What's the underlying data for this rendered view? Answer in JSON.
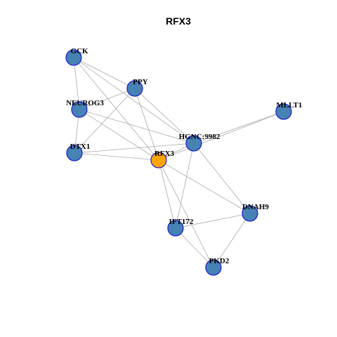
{
  "title": "RFX3",
  "colors": {
    "default_node": "#4682B4",
    "focus_node": "#FFA500",
    "node_border": "#1A1ACC",
    "edge": "#AAAAAA"
  },
  "nodes": [
    {
      "id": "GCK",
      "label": "GCK",
      "focus": false
    },
    {
      "id": "PPY",
      "label": "PPY",
      "focus": false
    },
    {
      "id": "NEUROG3",
      "label": "NEUROG3",
      "focus": false
    },
    {
      "id": "MLLT1",
      "label": "MLLT1",
      "focus": false
    },
    {
      "id": "HGNC9982",
      "label": "HGNC:9982",
      "focus": false
    },
    {
      "id": "DTX1",
      "label": "DTX1",
      "focus": false
    },
    {
      "id": "RFX3",
      "label": "RFX3",
      "focus": true
    },
    {
      "id": "DNAH9",
      "label": "DNAH9",
      "focus": false
    },
    {
      "id": "IFT172",
      "label": "IFT172",
      "focus": false
    },
    {
      "id": "PKD2",
      "label": "PKD2",
      "focus": false
    }
  ],
  "edges": [
    [
      "GCK",
      "PPY"
    ],
    [
      "GCK",
      "HGNC9982"
    ],
    [
      "GCK",
      "NEUROG3"
    ],
    [
      "GCK",
      "RFX3"
    ],
    [
      "PPY",
      "NEUROG3"
    ],
    [
      "PPY",
      "DTX1"
    ],
    [
      "PPY",
      "RFX3"
    ],
    [
      "PPY",
      "HGNC9982"
    ],
    [
      "NEUROG3",
      "DTX1"
    ],
    [
      "NEUROG3",
      "HGNC9982"
    ],
    [
      "NEUROG3",
      "RFX3"
    ],
    [
      "DTX1",
      "RFX3"
    ],
    [
      "DTX1",
      "HGNC9982"
    ],
    [
      "HGNC9982",
      "MLLT1"
    ],
    [
      "RFX3",
      "MLLT1"
    ],
    [
      "RFX3",
      "HGNC9982"
    ],
    [
      "HGNC9982",
      "IFT172"
    ],
    [
      "HGNC9982",
      "DNAH9"
    ],
    [
      "RFX3",
      "DNAH9"
    ],
    [
      "RFX3",
      "IFT172"
    ],
    [
      "RFX3",
      "PKD2"
    ],
    [
      "IFT172",
      "DNAH9"
    ],
    [
      "IFT172",
      "PKD2"
    ],
    [
      "DNAH9",
      "PKD2"
    ]
  ]
}
